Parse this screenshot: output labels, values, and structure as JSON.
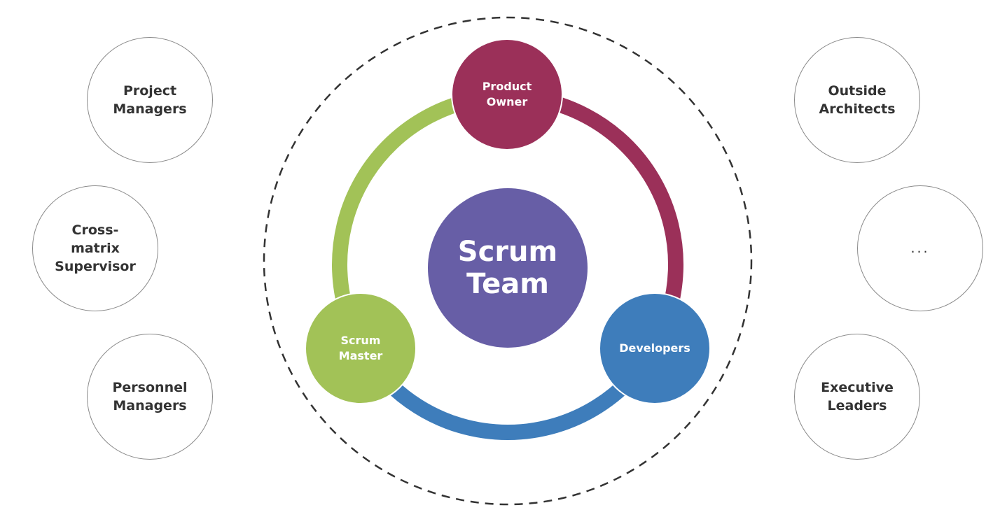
{
  "center": {
    "label": "Scrum\nTeam",
    "color": "#675ea6"
  },
  "roles": [
    {
      "label": "Product\nOwner",
      "color": "#9b3059"
    },
    {
      "label": "Scrum\nMaster",
      "color": "#a2c257"
    },
    {
      "label": "Developers",
      "color": "#3e7dbb"
    }
  ],
  "stakeholders_left": [
    {
      "label": "Project\nManagers"
    },
    {
      "label": "Cross-\nmatrix\nSupervisor"
    },
    {
      "label": "Personnel\nManagers"
    }
  ],
  "stakeholders_right": [
    {
      "label": "Outside\nArchitects"
    },
    {
      "label": "..."
    },
    {
      "label": "Executive\nLeaders"
    }
  ]
}
